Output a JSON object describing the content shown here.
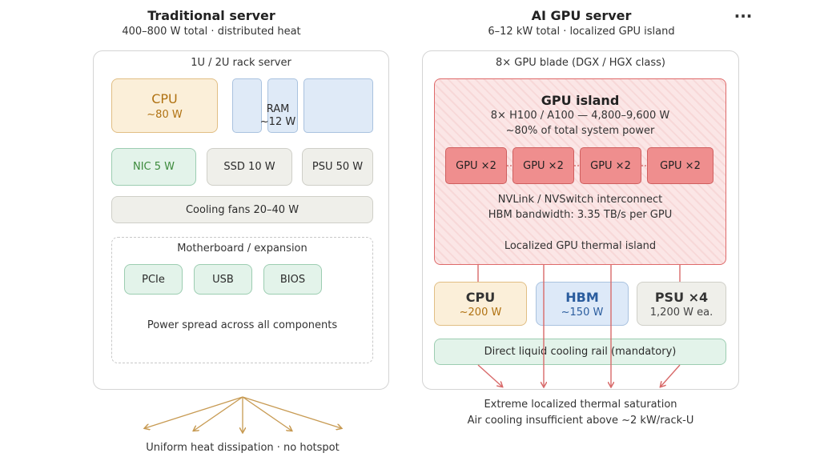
{
  "left": {
    "title": "Traditional server",
    "subtitle": "400–800 W total · distributed heat",
    "panel_label": "1U / 2U rack server",
    "cpu": {
      "name": "CPU",
      "power": "~80 W"
    },
    "ram": {
      "label": "RAM",
      "power": "~12 W"
    },
    "nic": "NIC 5 W",
    "ssd": "SSD 10 W",
    "psu": "PSU 50 W",
    "fans": "Cooling fans 20–40 W",
    "motherboard": {
      "label": "Motherboard / expansion",
      "items": [
        "PCIe",
        "USB",
        "BIOS"
      ],
      "note": "Power spread across all components"
    },
    "footer": "Uniform heat dissipation · no hotspot"
  },
  "right": {
    "title": "AI GPU server",
    "subtitle": "6–12 kW total · localized GPU island",
    "panel_label": "8× GPU blade (DGX / HGX class)",
    "island": {
      "title": "GPU island",
      "line1": "8× H100 / A100 — 4,800–9,600 W",
      "line2": "~80% of total system power",
      "gpus": [
        "GPU ×2",
        "GPU ×2",
        "GPU ×2",
        "GPU ×2"
      ],
      "interconnect": "NVLink / NVSwitch interconnect",
      "bandwidth": "HBM bandwidth: 3.35 TB/s per GPU",
      "note": "Localized GPU thermal island"
    },
    "cpu": {
      "name": "CPU",
      "power": "~200 W"
    },
    "hbm": {
      "name": "HBM",
      "power": "~150 W"
    },
    "psu": {
      "name": "PSU ×4",
      "power": "1,200 W ea."
    },
    "cooling": "Direct liquid cooling rail (mandatory)",
    "footer1": "Extreme localized thermal saturation",
    "footer2": "Air cooling insufficient above ~2 kW/rack-U"
  },
  "menu": {
    "label": "···"
  },
  "colors": {
    "cpu_fill": "#fbefd9",
    "cpu_border": "#e1be84",
    "cpu_text": "#b07212",
    "ram_fill": "#dfeaf7",
    "ram_border": "#a9c2df",
    "green_fill": "#e3f3ea",
    "green_border": "#9ccdb1",
    "green_text": "#3c8a3c",
    "gray_fill": "#efefea",
    "gray_border": "#cfcfc8",
    "island_fill": "#fbe4e4",
    "island_border": "#de6a6a",
    "gpu_fill": "#ef8e8e",
    "gpu_border": "#cf5f5f",
    "hbm_fill": "#dde9f8",
    "hbm_text": "#2b5d9e",
    "arrow_left": "#c79a52",
    "arrow_right": "#d86a6a"
  }
}
